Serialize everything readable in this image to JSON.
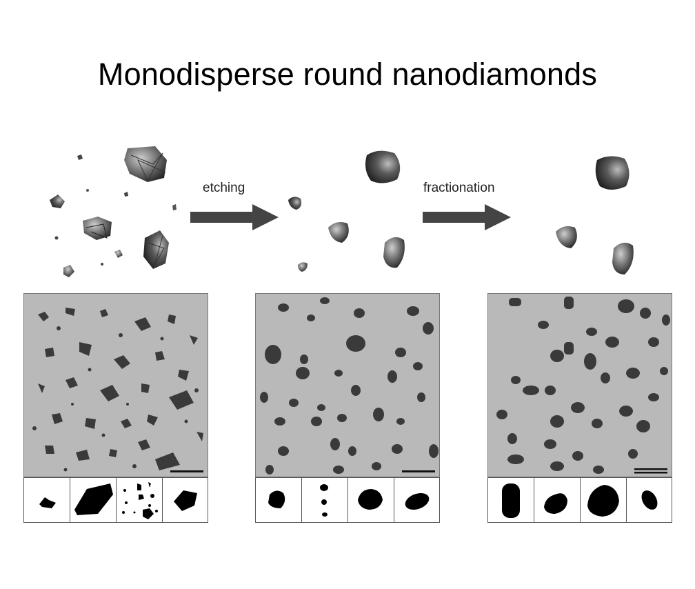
{
  "title": "Monodisperse round nanodiamonds",
  "steps": [
    {
      "label": "etching"
    },
    {
      "label": "fractionation"
    }
  ],
  "colors": {
    "arrow": "#444444",
    "tem_background": "#b9b9b9",
    "particle": "#2e2e2e"
  },
  "icons": [
    "arrow-right-icon",
    "arrow-right-icon"
  ]
}
